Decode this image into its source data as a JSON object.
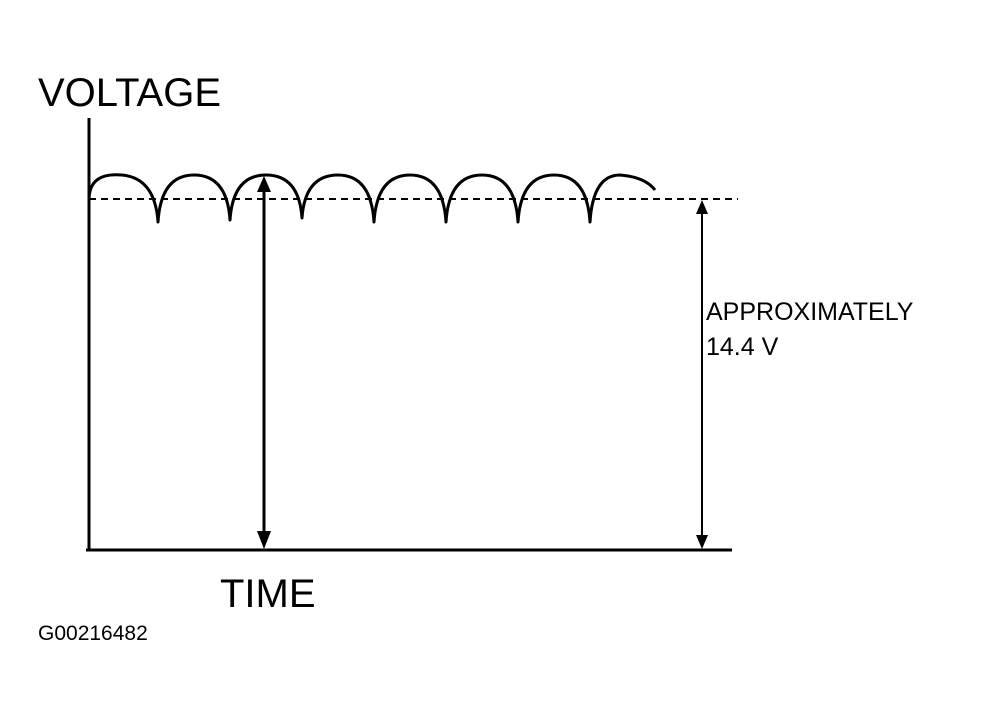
{
  "labels": {
    "y_axis": "VOLTAGE",
    "x_axis": "TIME",
    "annotation_line1": "APPROXIMATELY",
    "annotation_line2": "14.4 V",
    "figure_id": "G00216482"
  },
  "colors": {
    "ink": "#000000",
    "background": "#ffffff"
  },
  "waveform": {
    "description_type": "rectified ripple",
    "peaks": 8
  }
}
